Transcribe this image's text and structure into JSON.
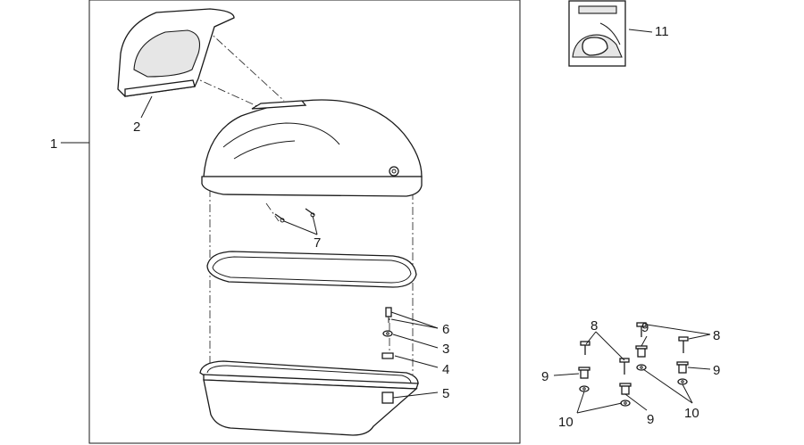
{
  "callouts": {
    "c1": "1",
    "c2": "2",
    "c3": "3",
    "c4": "4",
    "c5": "5",
    "c6": "6",
    "c7": "7",
    "c8a": "8",
    "c8b": "8",
    "c9a": "9",
    "c9b": "9",
    "c9c": "9",
    "c9d": "9",
    "c10a": "10",
    "c10b": "10",
    "c11": "11"
  },
  "icons": {
    "label": "label-sticker-icon",
    "helmet": "helmet-in-case-icon"
  }
}
